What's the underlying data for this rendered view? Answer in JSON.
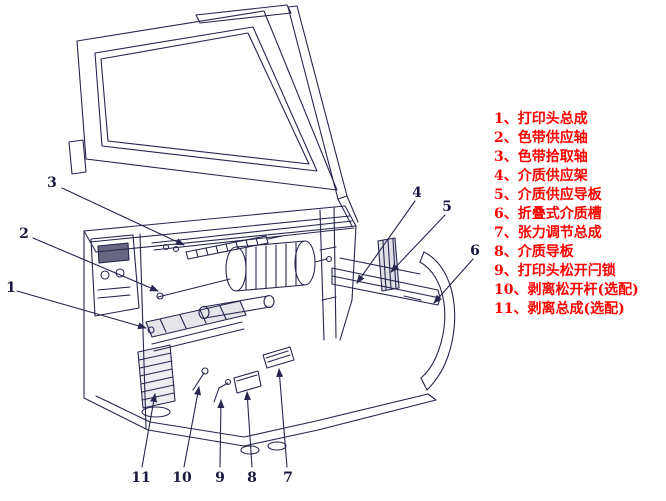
{
  "legend": {
    "text_color": "#ff0000",
    "items": [
      "1、打印头总成",
      "2、色带供应轴",
      "3、色带拾取轴",
      "4、介质供应架",
      "5、介质供应导板",
      "6、折叠式介质槽",
      "7、张力调节总成",
      "8、介质导板",
      "9、打印头松开闩锁",
      "10、剥离松开杆(选配)",
      "11、剥离总成(选配)"
    ]
  },
  "callout_numbers": [
    "1",
    "2",
    "3",
    "4",
    "5",
    "6",
    "7",
    "8",
    "9",
    "10",
    "11"
  ],
  "diagram": {
    "ink_color": "#26264f",
    "background_color": "#ffffff"
  }
}
